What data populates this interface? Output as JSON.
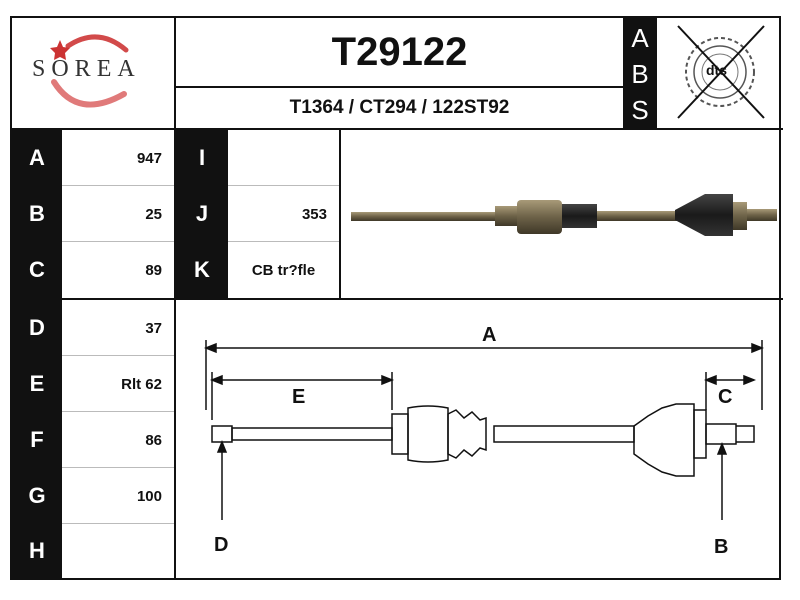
{
  "brand": {
    "logo_text": "SOREA"
  },
  "header": {
    "part_number": "T29122",
    "cross_refs": "T1364 / CT294 / 122ST92",
    "abs_letters": [
      "A",
      "B",
      "S"
    ],
    "dts_label": "dts"
  },
  "specs_left": [
    {
      "key": "A",
      "value": "947"
    },
    {
      "key": "B",
      "value": "25"
    },
    {
      "key": "C",
      "value": "89"
    },
    {
      "key": "D",
      "value": "37"
    },
    {
      "key": "E",
      "value": "Rlt 62"
    },
    {
      "key": "F",
      "value": "86"
    },
    {
      "key": "G",
      "value": "100"
    },
    {
      "key": "H",
      "value": ""
    }
  ],
  "specs_right": [
    {
      "key": "I",
      "value": ""
    },
    {
      "key": "J",
      "value": "353"
    },
    {
      "key": "K",
      "value": "CB tr?fle"
    }
  ],
  "diagram": {
    "labels": {
      "A": "A",
      "B": "B",
      "C": "C",
      "D": "D",
      "E": "E"
    }
  }
}
